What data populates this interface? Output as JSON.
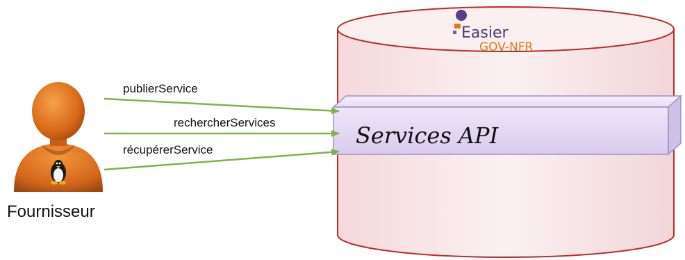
{
  "actor": {
    "label": "Fournisseur",
    "icon": "linux-user-icon"
  },
  "arrows": [
    {
      "label": "publierService"
    },
    {
      "label": "rechercherServices"
    },
    {
      "label": "récupérerService"
    }
  ],
  "database": {
    "logo": {
      "line1": "Easier",
      "line2": "GOV-NFR"
    },
    "api_label": "Services API"
  },
  "colors": {
    "arrow": "#7fb34a",
    "cylinder_stroke": "#c0282a",
    "cylinder_fill": "#f9e8e9",
    "api_box_fill": "#e7ddf4",
    "api_box_stroke": "#9f8ec4",
    "actor_orange": "#d96a12"
  }
}
